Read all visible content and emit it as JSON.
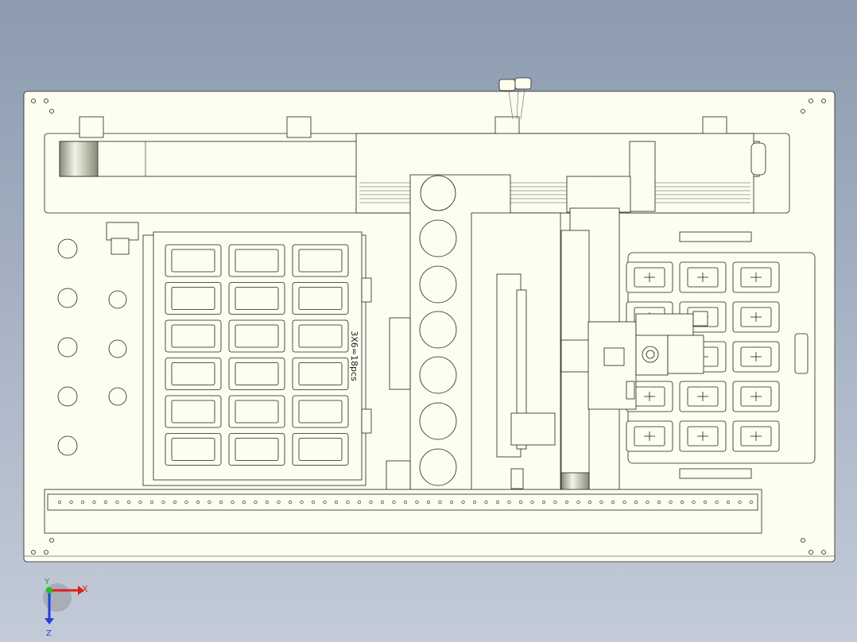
{
  "colors": {
    "background_top": "#8c9bb0",
    "background_bottom": "#c3cbd8",
    "part_fill": "#fdfdf0",
    "line": "#222222",
    "hole": "#c4c8d2",
    "axis_x": "#e02020",
    "axis_y": "#20c020",
    "axis_z": "#2040e0"
  },
  "tray_left": {
    "label": "3X6=18pcs",
    "rows": 6,
    "cols": 3
  },
  "tray_right": {
    "rows": 5,
    "cols": 3
  },
  "triad": {
    "x_label": "X",
    "y_label": "Y",
    "z_label": "Z"
  }
}
